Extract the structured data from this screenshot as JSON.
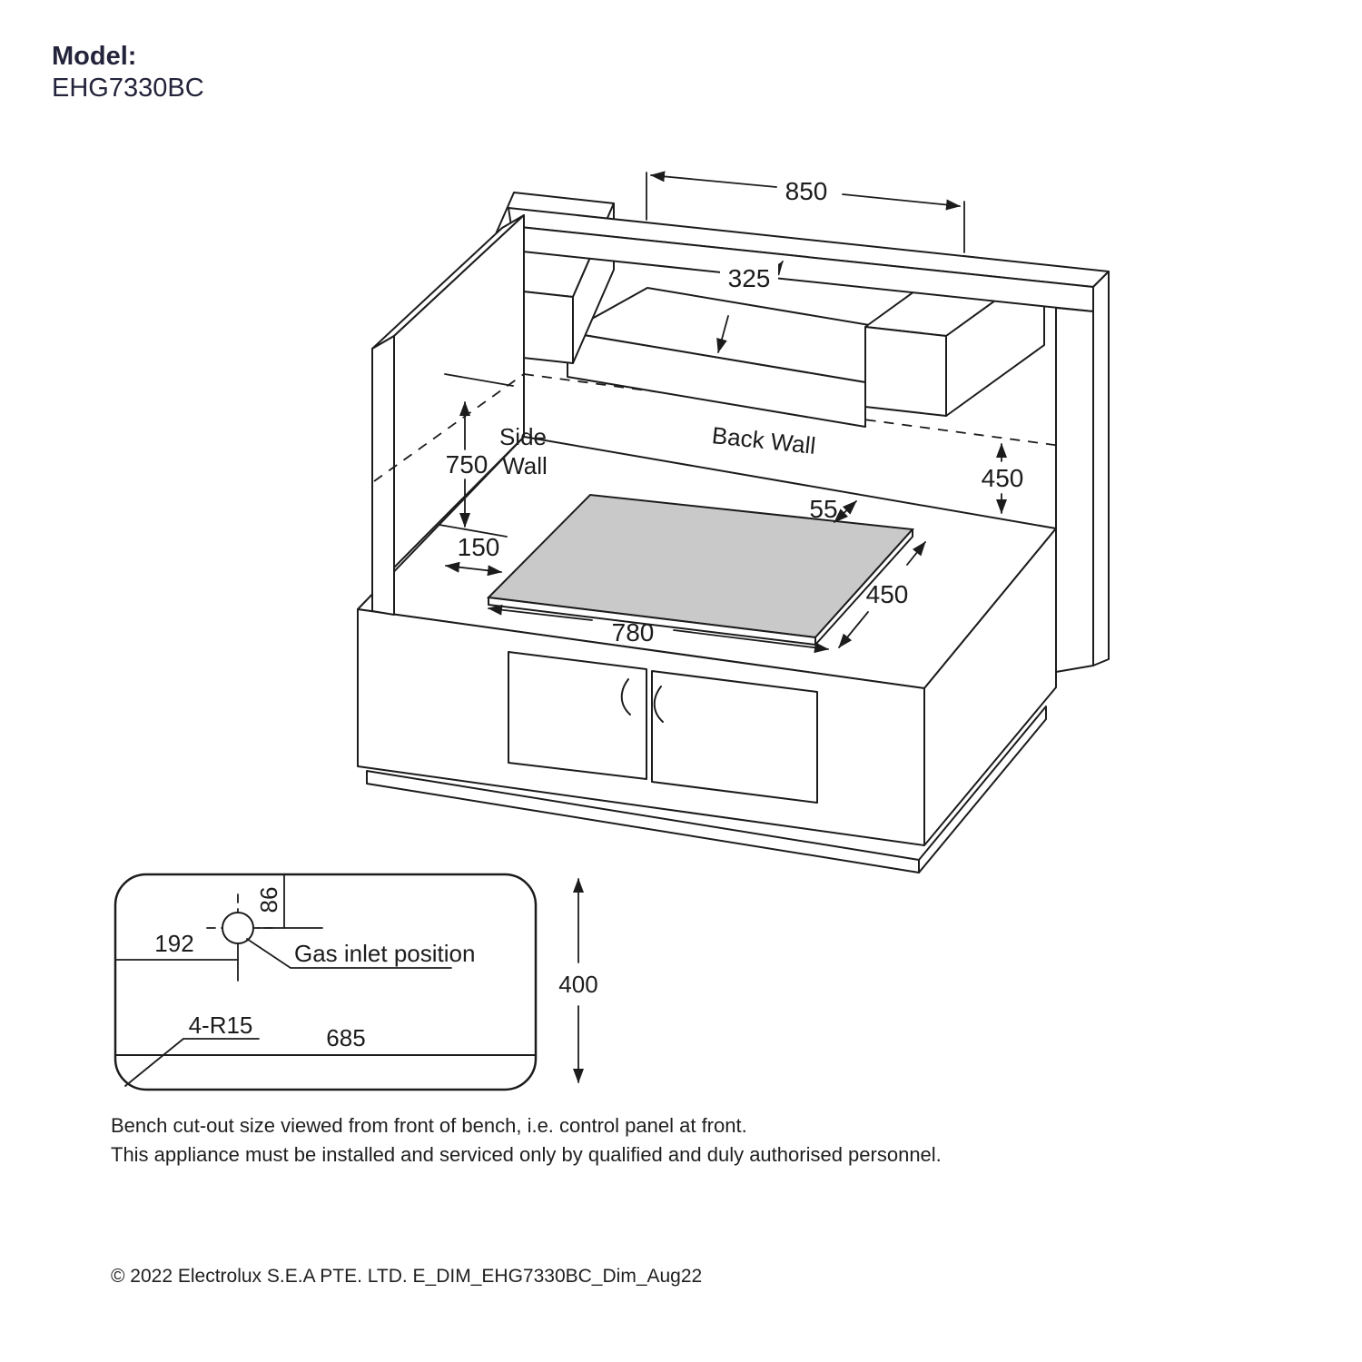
{
  "model": {
    "label": "Model:",
    "number": "EHG7330BC"
  },
  "iso_drawing": {
    "dim_hood_width": "850",
    "dim_hood_depth": "325",
    "dim_hood_height": "750",
    "dim_wall_clearance": "450",
    "dim_back_gap": "55",
    "dim_hob_depth": "450",
    "dim_side_gap": "150",
    "dim_hob_width": "780",
    "side_wall_line1": "Side",
    "side_wall_line2": "Wall",
    "back_wall": "Back Wall"
  },
  "cutout_drawing": {
    "dim_inlet_top": "86",
    "dim_inlet_left": "192",
    "dim_cutout_width": "685",
    "dim_cutout_height": "400",
    "corner_radius": "4-R15",
    "gas_label": "Gas inlet position"
  },
  "notes": {
    "line1": "Bench cut-out size viewed from front of bench, i.e. control panel at front.",
    "line2": "This appliance must be installed and serviced only by qualified and duly authorised personnel."
  },
  "footer": {
    "copyright": "© 2022 Electrolux S.E.A PTE. LTD. E_DIM_EHG7330BC_Dim_Aug22"
  },
  "colors": {
    "line": "#1c1c1c",
    "hob_fill": "#c9c9c9",
    "model_text": "#23233b"
  }
}
